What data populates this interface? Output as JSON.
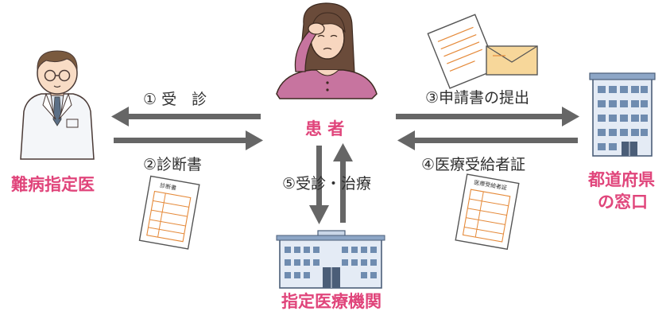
{
  "actors": {
    "patient": "患 者",
    "doctor": "難病指定医",
    "prefecture_line1": "都道府県",
    "prefecture_line2": "の窓口",
    "institution": "指定医療機関"
  },
  "flows": {
    "step1": "① 受　診",
    "step2": "②診断書",
    "step3": "③申請書の提出",
    "step4": "④医療受給者証",
    "step5": "⑤受診・治療"
  },
  "documents": {
    "diagnosis_title": "診断書",
    "certificate_title": "医療受給者証"
  },
  "colors": {
    "label_pink": "#e0457b",
    "arrow_gray": "#666666",
    "doc_orange": "#e58a3a",
    "building_blue": "#6f8cb0"
  }
}
